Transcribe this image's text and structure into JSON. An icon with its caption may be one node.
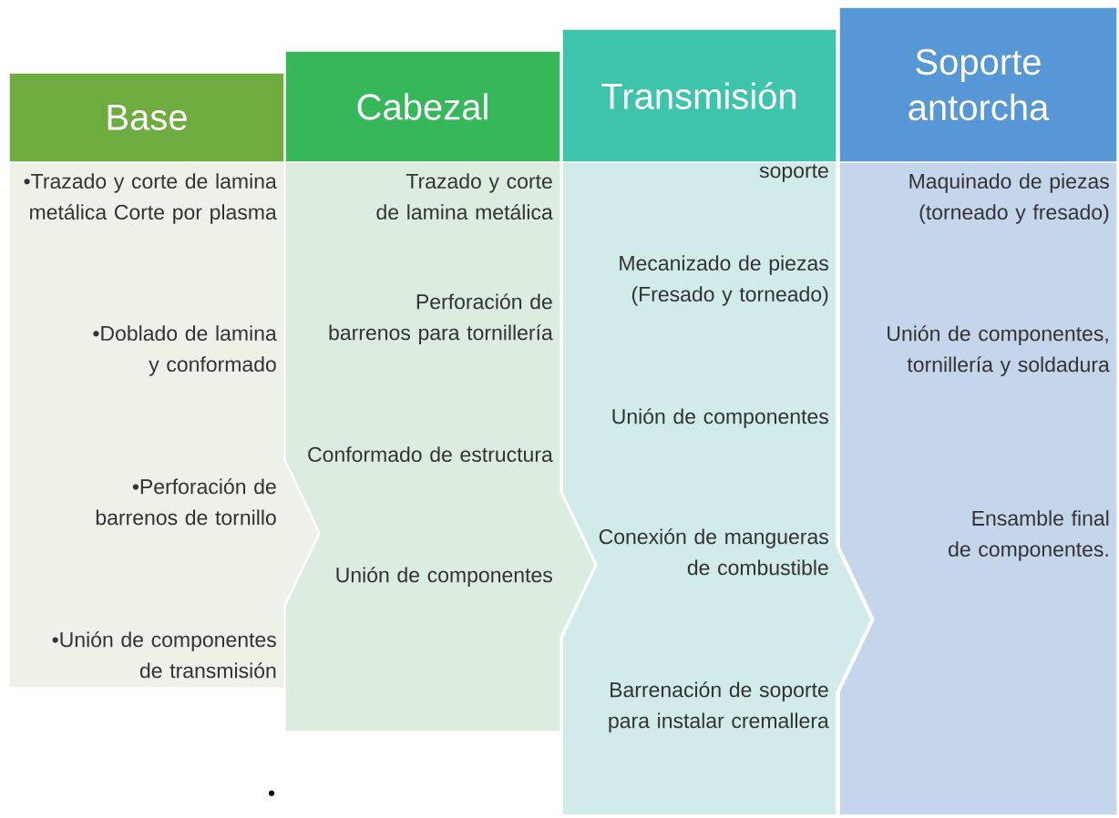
{
  "diagram": {
    "nodes": [
      {
        "text": [
          "Base"
        ]
      },
      {
        "text": [
          "•Trazado y corte de lamina metálica Corte por plasma",
          "•Doblado de lamina y conformado",
          "•Perforación de barrenos de tornillo",
          "•Unión de componentes de transmisión"
        ]
      },
      {
        "text": [
          "Cabezal"
        ]
      },
      {
        "text": [
          "Trazado y corte de lamina metálica",
          "Perforación de barrenos para tornillería",
          "Conformado de estructura",
          "Unión de componentes"
        ]
      },
      {
        "text": [
          "Transmisión"
        ]
      },
      {
        "text": [
          "soporte",
          "Mecanizado de piezas (Fresado y torneado)",
          "Unión de componentes",
          "Conexión de mangueras de combustible",
          "Barrenación de soporte para instalar cremallera"
        ]
      },
      {
        "text": [
          "Soporte antorcha"
        ]
      },
      {
        "text": [
          "Maquinado de piezas (torneado y fresado)",
          "Unión de componentes, tornillería y soldadura",
          "Ensamble final de componentes."
        ]
      }
    ],
    "labels": [
      "•"
    ]
  }
}
